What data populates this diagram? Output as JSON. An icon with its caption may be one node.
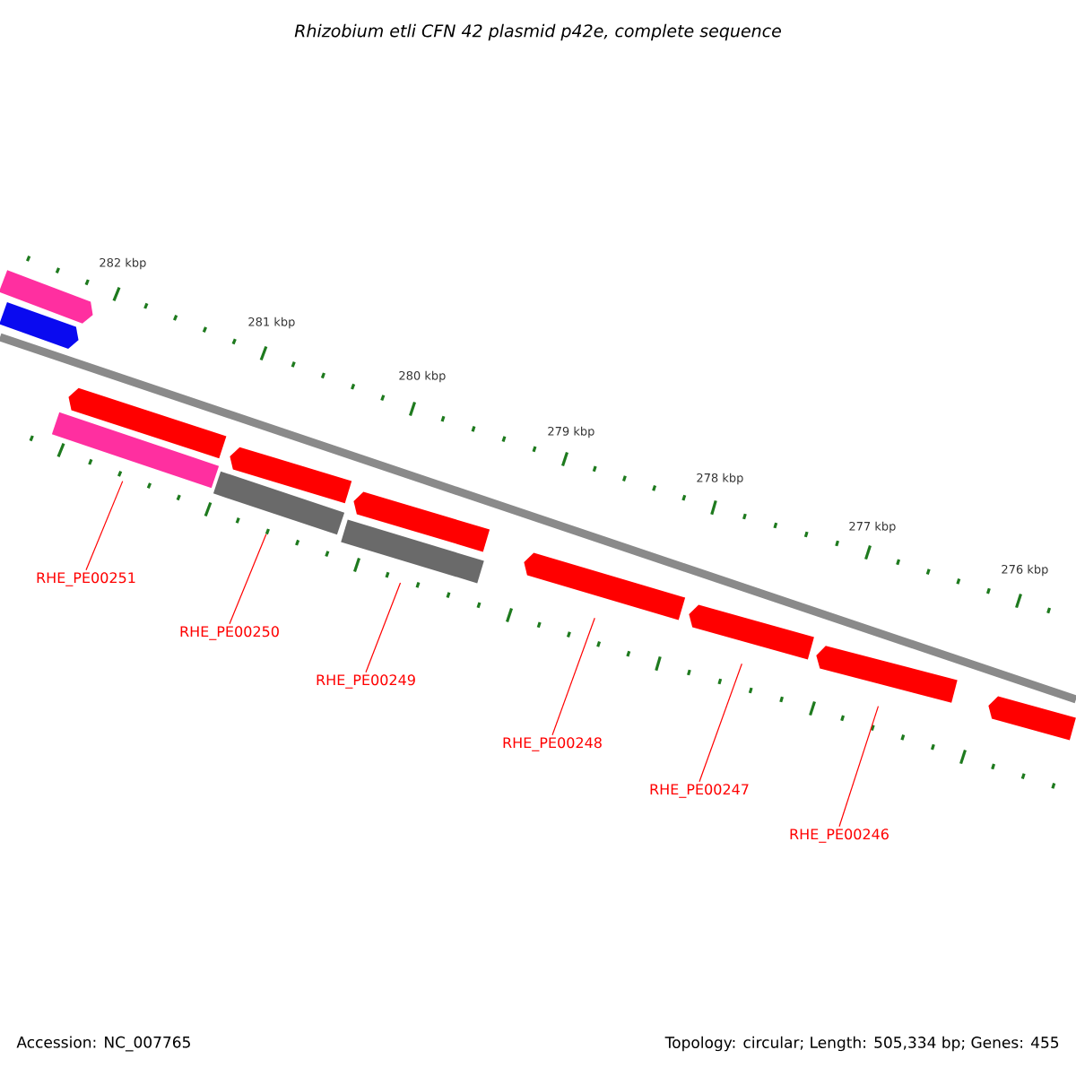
{
  "diagram": {
    "title": "Rhizobium etli CFN 42 plasmid p42e, complete sequence",
    "nodes": [
      {
        "text": [
          "RHE_PE00251"
        ]
      },
      {
        "text": [
          "RHE_PE00250"
        ]
      },
      {
        "text": [
          "RHE_PE00249"
        ]
      },
      {
        "text": [
          "RHE_PE00248"
        ]
      },
      {
        "text": [
          "RHE_PE00247"
        ]
      },
      {
        "text": [
          "RHE_PE00246"
        ]
      },
      {
        "text": [],
        "shape": "bar"
      },
      {
        "text": [],
        "shape": "bar"
      },
      {
        "text": [],
        "shape": "bar"
      },
      {
        "text": [],
        "shape": "arrow"
      },
      {
        "text": [],
        "shape": "arrow"
      },
      {
        "text": [],
        "shape": "arrow"
      },
      {
        "text": [],
        "shape": "arrow"
      },
      {
        "text": [],
        "shape": "arrow"
      },
      {
        "text": [],
        "shape": "arrow"
      },
      {
        "text": [],
        "shape": "arrow"
      },
      {
        "text": [],
        "shape": "arrow"
      },
      {
        "text": [],
        "shape": "arrow"
      }
    ],
    "edges": [
      {
        "from": 0,
        "to": 6,
        "arrow": "none"
      },
      {
        "from": 1,
        "to": 7,
        "arrow": "none"
      },
      {
        "from": 2,
        "to": 8,
        "arrow": "none"
      },
      {
        "from": 3,
        "to": 9,
        "arrow": "none"
      },
      {
        "from": 4,
        "to": 10,
        "arrow": "none"
      },
      {
        "from": 5,
        "to": 11,
        "arrow": "none"
      }
    ],
    "labels": [
      "282 kbp",
      "281 kbp",
      "280 kbp",
      "279 kbp",
      "278 kbp",
      "277 kbp",
      "276 kbp",
      "Accession: NC_007765",
      "Topology: circular; Length: 505,334 bp; Genes: 455"
    ]
  }
}
